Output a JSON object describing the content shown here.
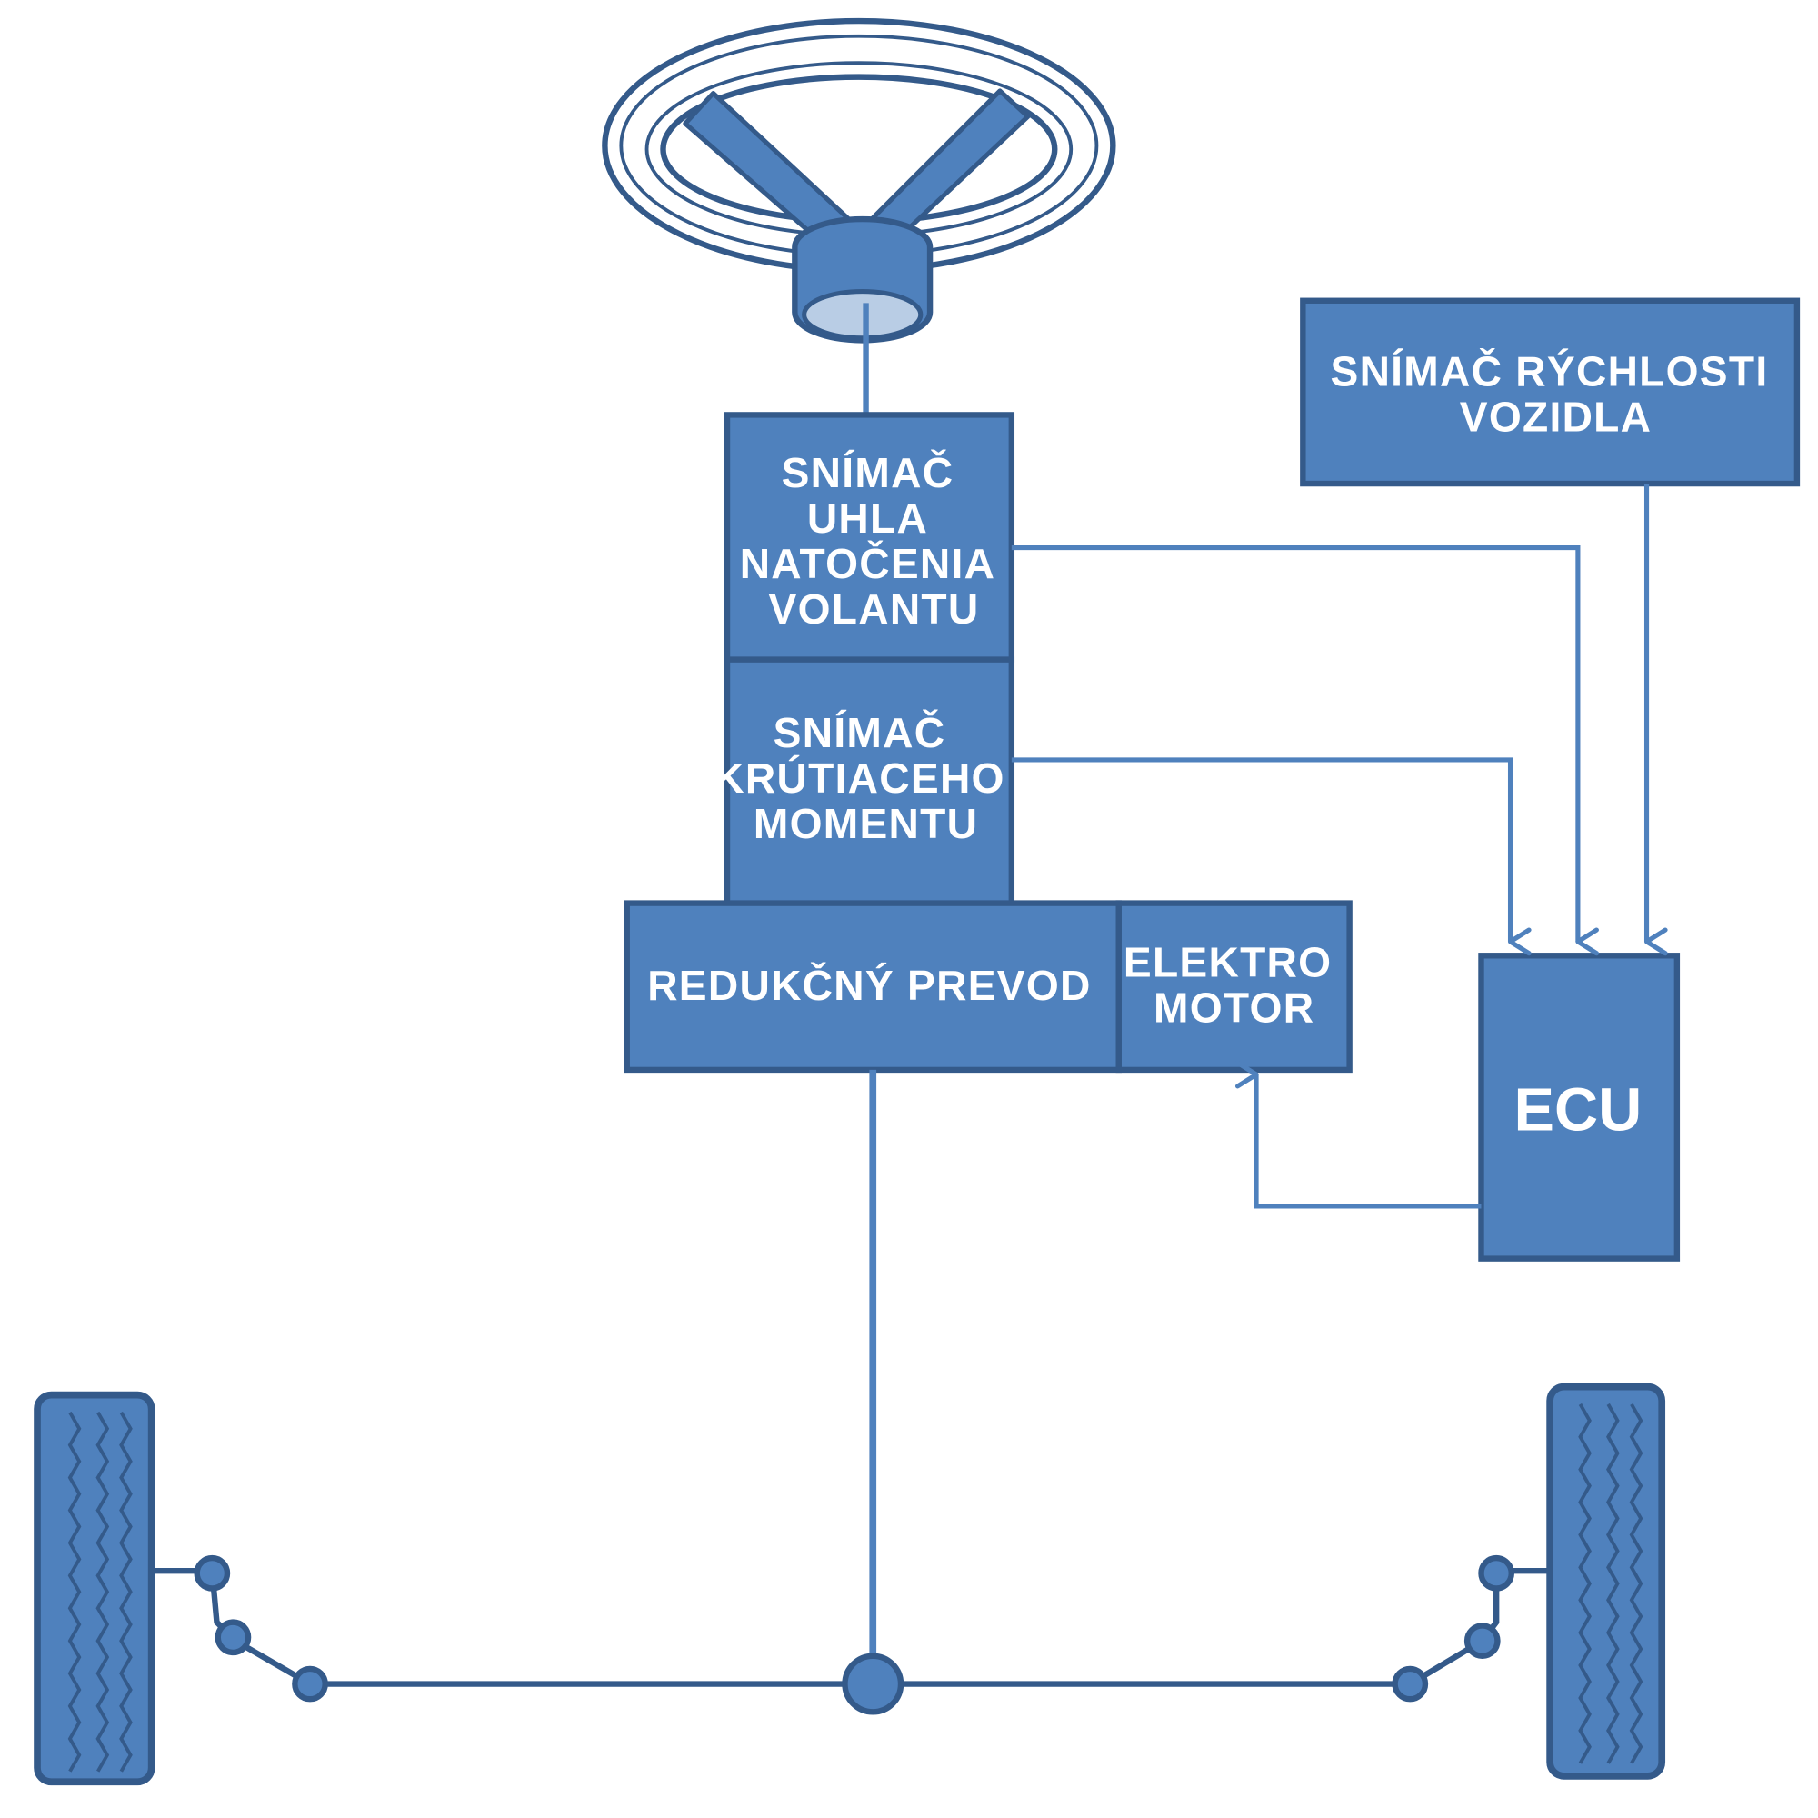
{
  "colors": {
    "fill": "#4f81bd",
    "stroke": "#345a8a",
    "light_fill": "#b9cde5",
    "background": "#ffffff",
    "text": "#ffffff"
  },
  "boxes": {
    "vehicle_speed_sensor": [
      "SNÍMAČ RÝCHLOSTI",
      "VOZIDLA"
    ],
    "steering_angle_sensor": [
      "SNÍMAČ",
      "UHLA",
      "NATOČENIA",
      "VOLANTU"
    ],
    "torque_sensor": [
      "SNÍMAČ",
      "KRÚTIACEHO",
      "MOMENTU"
    ],
    "reduction_gear": [
      "REDUKČNÝ PREVOD"
    ],
    "electric_motor": [
      "ELEKTRO",
      "MOTOR"
    ],
    "ecu": [
      "ECU"
    ]
  },
  "icons": {
    "steering_wheel": "steering-wheel-icon",
    "wheel_left": "tire-icon",
    "wheel_right": "tire-icon"
  }
}
